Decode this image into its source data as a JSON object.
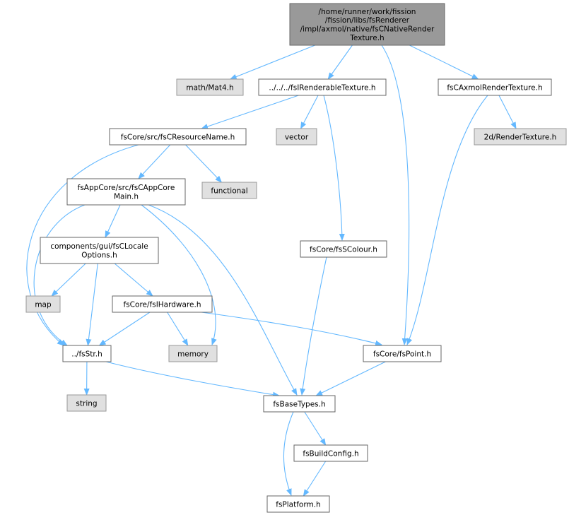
{
  "colors": {
    "root_fill": "#999999",
    "root_stroke": "#666666",
    "node_fill": "#ffffff",
    "node_stroke": "#666666",
    "ext_fill": "#e0e0e0",
    "ext_stroke": "#999999",
    "edge": "#63b8ff"
  },
  "nodes": {
    "root": {
      "lines": [
        "/home/runner/work/fission",
        "/fission/libs/fsRenderer",
        "/impl/axmol/native/fsCNativeRender",
        "Texture.h"
      ],
      "kind": "root"
    },
    "mat4": {
      "lines": [
        "math/Mat4.h"
      ],
      "kind": "ext"
    },
    "irenderable": {
      "lines": [
        "../../../fsIRenderableTexture.h"
      ],
      "kind": "file"
    },
    "caxmol": {
      "lines": [
        "fsCAxmolRenderTexture.h"
      ],
      "kind": "file"
    },
    "resname": {
      "lines": [
        "fsCore/src/fsCResourceName.h"
      ],
      "kind": "file"
    },
    "vector": {
      "lines": [
        "vector"
      ],
      "kind": "ext"
    },
    "rendertex": {
      "lines": [
        "2d/RenderTexture.h"
      ],
      "kind": "ext"
    },
    "appcore": {
      "lines": [
        "fsAppCore/src/fsCAppCore",
        "Main.h"
      ],
      "kind": "file"
    },
    "functional": {
      "lines": [
        "functional"
      ],
      "kind": "ext"
    },
    "locale": {
      "lines": [
        "components/gui/fsCLocale",
        "Options.h"
      ],
      "kind": "file"
    },
    "scolour": {
      "lines": [
        "fsCore/fsSColour.h"
      ],
      "kind": "file"
    },
    "map": {
      "lines": [
        "map"
      ],
      "kind": "ext"
    },
    "ihardware": {
      "lines": [
        "fsCore/fsIHardware.h"
      ],
      "kind": "file"
    },
    "str": {
      "lines": [
        "../fsStr.h"
      ],
      "kind": "file"
    },
    "memory": {
      "lines": [
        "memory"
      ],
      "kind": "ext"
    },
    "point": {
      "lines": [
        "fsCore/fsPoint.h"
      ],
      "kind": "file"
    },
    "string": {
      "lines": [
        "string"
      ],
      "kind": "ext"
    },
    "basetypes": {
      "lines": [
        "fsBaseTypes.h"
      ],
      "kind": "file"
    },
    "buildconfig": {
      "lines": [
        "fsBuildConfig.h"
      ],
      "kind": "file"
    },
    "platform": {
      "lines": [
        "fsPlatform.h"
      ],
      "kind": "file"
    }
  },
  "edges": [
    [
      "root",
      "mat4"
    ],
    [
      "root",
      "irenderable"
    ],
    [
      "root",
      "point"
    ],
    [
      "root",
      "caxmol"
    ],
    [
      "irenderable",
      "resname"
    ],
    [
      "irenderable",
      "vector"
    ],
    [
      "irenderable",
      "scolour"
    ],
    [
      "caxmol",
      "point"
    ],
    [
      "caxmol",
      "rendertex"
    ],
    [
      "resname",
      "appcore"
    ],
    [
      "resname",
      "functional"
    ],
    [
      "resname",
      "str"
    ],
    [
      "appcore",
      "locale"
    ],
    [
      "appcore",
      "str"
    ],
    [
      "appcore",
      "memory"
    ],
    [
      "appcore",
      "basetypes"
    ],
    [
      "locale",
      "map"
    ],
    [
      "locale",
      "ihardware"
    ],
    [
      "locale",
      "str"
    ],
    [
      "scolour",
      "basetypes"
    ],
    [
      "ihardware",
      "str"
    ],
    [
      "ihardware",
      "memory"
    ],
    [
      "ihardware",
      "point"
    ],
    [
      "str",
      "string"
    ],
    [
      "str",
      "basetypes"
    ],
    [
      "point",
      "basetypes"
    ],
    [
      "basetypes",
      "buildconfig"
    ],
    [
      "basetypes",
      "platform"
    ],
    [
      "buildconfig",
      "platform"
    ]
  ]
}
